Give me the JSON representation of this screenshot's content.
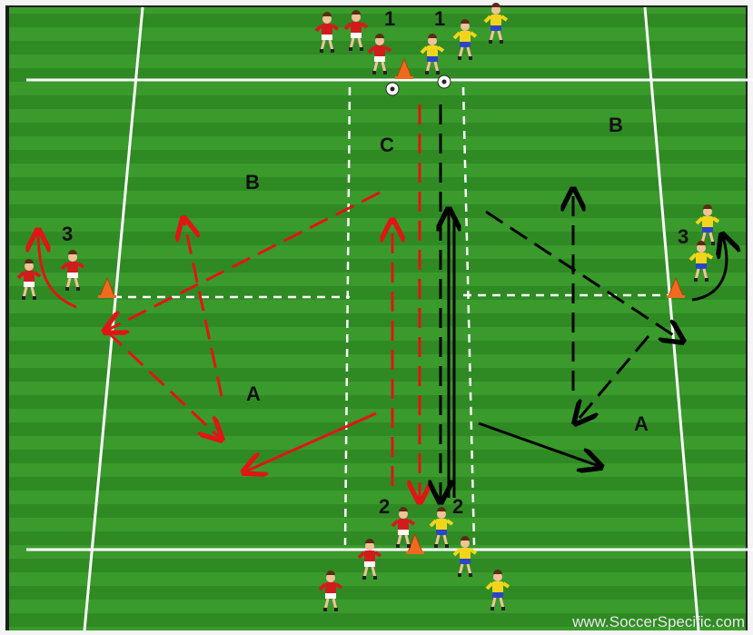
{
  "diagram": {
    "labels": {
      "top_left_number": "1",
      "top_right_number": "1",
      "bottom_left_number": "2",
      "bottom_right_number": "2",
      "left_group_number": "3",
      "right_group_number": "3",
      "center_zone": "C",
      "left_zone_b": "B",
      "right_zone_b": "B",
      "left_zone_a": "A",
      "right_zone_a": "A"
    },
    "watermark": "www.SoccerSpecific.com",
    "colors": {
      "pitch_light": "#3a9a2c",
      "pitch_dark": "#2f8a24",
      "line": "#ffffff",
      "red_team": "#d21c1c",
      "yellow_team": "#f2d51a",
      "red_arrow": "#e01515",
      "black_arrow": "#000000",
      "cone": "#f06a1e"
    },
    "icons": [
      "player-red-icon",
      "player-yellow-icon",
      "cone-icon",
      "ball-icon"
    ]
  }
}
